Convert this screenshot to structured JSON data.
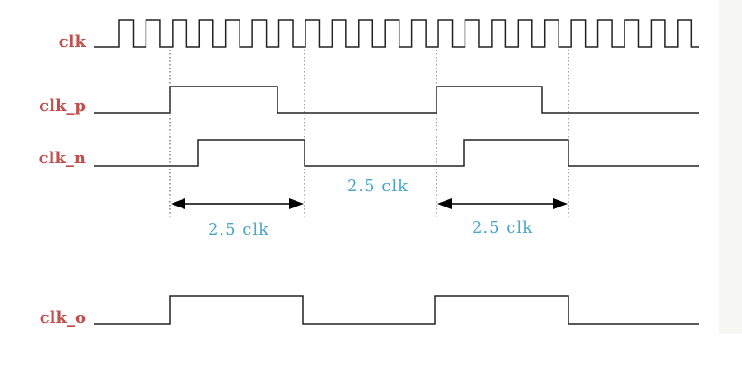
{
  "signals": [
    {
      "name": "clk"
    },
    {
      "name": "clk_p"
    },
    {
      "name": "clk_n"
    },
    {
      "name": "clk_o"
    }
  ],
  "annotations": [
    {
      "text": "2.5 clk"
    },
    {
      "text": "2.5 clk"
    },
    {
      "text": "2.5 clk"
    }
  ],
  "colors": {
    "signal_label": "#c0504d",
    "annotation": "#4ba6c8",
    "waveform": "#222222",
    "guide": "#444444"
  }
}
